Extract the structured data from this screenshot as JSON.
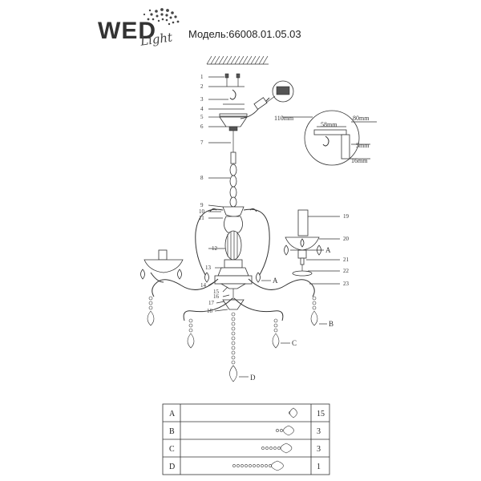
{
  "brand": {
    "name": "WED",
    "sub": "Light"
  },
  "model": "Модель:66008.01.05.03",
  "part_numbers_left": [
    "1",
    "2",
    "3",
    "4",
    "5",
    "6",
    "7",
    "8",
    "9",
    "10",
    "11",
    "12",
    "13",
    "14",
    "15",
    "16",
    "17",
    "18"
  ],
  "part_numbers_right": [
    "19",
    "20",
    "21",
    "22",
    "23"
  ],
  "letters": [
    "A",
    "A",
    "B",
    "C",
    "D"
  ],
  "dimensions": {
    "d110": "110mm",
    "d80": "80mm",
    "d58": "58mm",
    "d5": "5mm",
    "d16": "16mm"
  },
  "legend_table": [
    {
      "letter": "A",
      "qty": "15"
    },
    {
      "letter": "B",
      "qty": "3"
    },
    {
      "letter": "C",
      "qty": "3"
    },
    {
      "letter": "D",
      "qty": "1"
    }
  ]
}
